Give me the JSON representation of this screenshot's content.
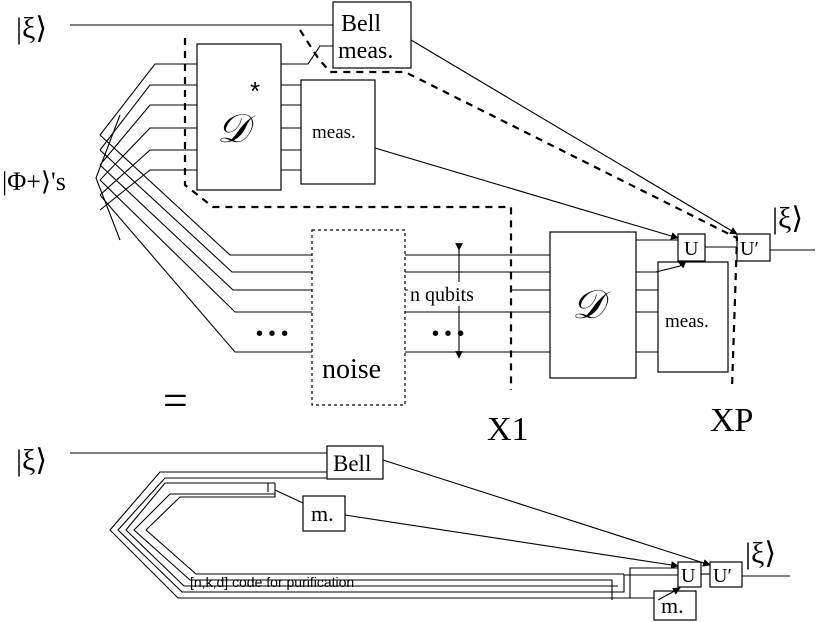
{
  "top": {
    "input_state": "|ξ⟩",
    "output_state": "|ξ⟩",
    "phi_pairs": "|Φ+⟩'s",
    "bell_line1": "Bell",
    "bell_line2": "meas.",
    "dstar_letter": "𝒟",
    "dstar_sup": "*",
    "meas_top": "meas.",
    "noise": "noise",
    "n_qubits": "n qubits",
    "dots": "• • •",
    "d_letter": "𝒟",
    "meas_right": "meas.",
    "u": "U",
    "u_prime": "U′",
    "x1": "X1",
    "xp": "XP"
  },
  "equals": "=",
  "bottom": {
    "input_state": "|ξ⟩",
    "output_state": "|ξ⟩",
    "bell": "Bell",
    "m1": "m.",
    "m2": "m.",
    "code": "[n,k,d] code for purification",
    "u": "U",
    "u_prime": "U′"
  }
}
